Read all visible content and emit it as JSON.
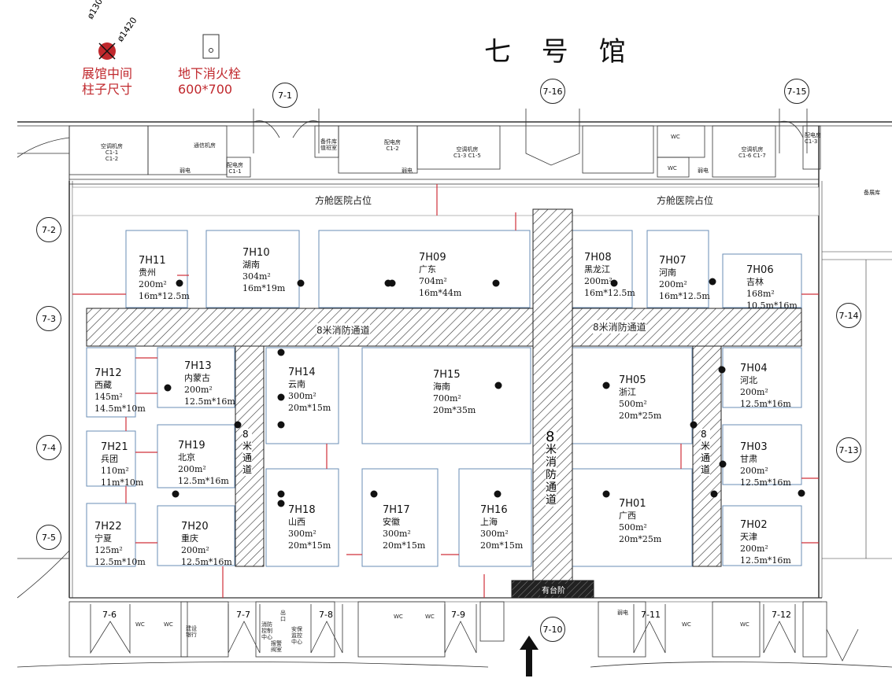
{
  "title": "七 号 馆",
  "legend": {
    "column_line1": "展馆中间",
    "column_line2": "柱子尺寸",
    "column_dim1": "ø1300",
    "column_dim2": "ø1420",
    "hydrant_line1": "地下消火栓",
    "hydrant_line2": "600*700"
  },
  "gates": [
    "7-1",
    "7-16",
    "7-15",
    "7-2",
    "7-3",
    "7-4",
    "7-5",
    "7-14",
    "7-13",
    "7-10",
    "7-6",
    "7-7",
    "7-8",
    "7-9",
    "7-11",
    "7-12"
  ],
  "hospital_label_left": "方舱医院占位",
  "hospital_label_right": "方舱医院占位",
  "fire_lane_left": "8米消防通道",
  "fire_lane_right": "8米消防通道",
  "vertical_lane_left": [
    "8",
    "米",
    "通",
    "道"
  ],
  "vertical_lane_center": [
    "8",
    "米",
    "消",
    "防",
    "通",
    "道"
  ],
  "vertical_lane_right": [
    "8",
    "米",
    "通",
    "道"
  ],
  "steps_label": "有台阶",
  "booths": [
    {
      "code": "7H11",
      "name": "贵州",
      "area": "200m²",
      "size": "16m*12.5m"
    },
    {
      "code": "7H10",
      "name": "湖南",
      "area": "304m²",
      "size": "16m*19m"
    },
    {
      "code": "7H09",
      "name": "广东",
      "area": "704m²",
      "size": "16m*44m"
    },
    {
      "code": "7H08",
      "name": "黑龙江",
      "area": "200m²",
      "size": "16m*12.5m"
    },
    {
      "code": "7H07",
      "name": "河南",
      "area": "200m²",
      "size": "16m*12.5m"
    },
    {
      "code": "7H06",
      "name": "吉林",
      "area": "168m²",
      "size": "10.5m*16m"
    },
    {
      "code": "7H12",
      "name": "西藏",
      "area": "145m²",
      "size": "14.5m*10m"
    },
    {
      "code": "7H13",
      "name": "内蒙古",
      "area": "200m²",
      "size": "12.5m*16m"
    },
    {
      "code": "7H14",
      "name": "云南",
      "area": "300m²",
      "size": "20m*15m"
    },
    {
      "code": "7H15",
      "name": "海南",
      "area": "700m²",
      "size": "20m*35m"
    },
    {
      "code": "7H05",
      "name": "浙江",
      "area": "500m²",
      "size": "20m*25m"
    },
    {
      "code": "7H04",
      "name": "河北",
      "area": "200m²",
      "size": "12.5m*16m"
    },
    {
      "code": "7H21",
      "name": "兵团",
      "area": "110m²",
      "size": "11m*10m"
    },
    {
      "code": "7H19",
      "name": "北京",
      "area": "200m²",
      "size": "12.5m*16m"
    },
    {
      "code": "7H03",
      "name": "甘肃",
      "area": "200m²",
      "size": "12.5m*16m"
    },
    {
      "code": "7H22",
      "name": "宁夏",
      "area": "125m²",
      "size": "12.5m*10m"
    },
    {
      "code": "7H20",
      "name": "重庆",
      "area": "200m²",
      "size": "12.5m*16m"
    },
    {
      "code": "7H18",
      "name": "山西",
      "area": "300m²",
      "size": "20m*15m"
    },
    {
      "code": "7H17",
      "name": "安徽",
      "area": "300m²",
      "size": "20m*15m"
    },
    {
      "code": "7H16",
      "name": "上海",
      "area": "300m²",
      "size": "20m*15m"
    },
    {
      "code": "7H01",
      "name": "广西",
      "area": "500m²",
      "size": "20m*25m"
    },
    {
      "code": "7H02",
      "name": "天津",
      "area": "200m²",
      "size": "12.5m*16m"
    }
  ],
  "rooms_top": {
    "ac_room_1": [
      "空调机房",
      "C1-1",
      "C1-2"
    ],
    "telecom": "通信机房",
    "power_1": [
      "配电房",
      "C1-1"
    ],
    "weak_1": "弱电",
    "spare_1": [
      "备件库",
      "值班室"
    ],
    "power_2": [
      "配电房",
      "C1-2"
    ],
    "weak_2": "弱电",
    "ac_room_2": [
      "空调机房",
      "C1-3 C1-5"
    ],
    "wc_1": "WC",
    "wc_2": "WC",
    "weak_3": "弱电",
    "ac_room_3": [
      "空调机房",
      "C1-6 C1-7"
    ],
    "power_3": [
      "配电房",
      "C1-3"
    ],
    "storage": "备展库"
  },
  "rooms_bottom": {
    "wc_1": "WC",
    "wc_2": "WC",
    "bank": [
      "建设",
      "银行"
    ],
    "fire_ctrl": [
      "消防",
      "控制",
      "中心"
    ],
    "exit": [
      "出",
      "口"
    ],
    "security": [
      "安保",
      "监控",
      "中心"
    ],
    "alarm": [
      "报警",
      "阀室"
    ],
    "wc_3": "WC",
    "wc_4": "WC",
    "weak": "弱电",
    "wc_5": "WC",
    "wc_6": "WC"
  }
}
